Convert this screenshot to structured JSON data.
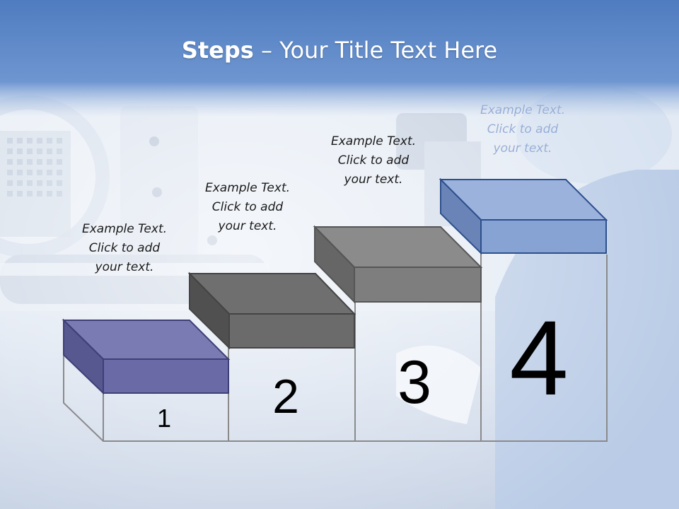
{
  "slide": {
    "title_bold": "Steps",
    "title_separator": " – ",
    "title_rest": "Your Title Text Here",
    "colors": {
      "header": "#5b84c4",
      "step1_top": "#7878b0",
      "step1_front": "#6a6aa3",
      "step2_top": "#7a7a7a",
      "step2_front": "#6a6a6a",
      "step3_top": "#8c8c8c",
      "step3_front": "#7b7b7b",
      "step4_top": "#93acd8",
      "step4_front": "#7f9dd0"
    }
  },
  "steps": [
    {
      "number": "1",
      "text_line1": "Example Text.",
      "text_line2": "Click  to add",
      "text_line3": "your text."
    },
    {
      "number": "2",
      "text_line1": "Example Text.",
      "text_line2": "Click  to add",
      "text_line3": "your text."
    },
    {
      "number": "3",
      "text_line1": "Example Text.",
      "text_line2": "Click  to add",
      "text_line3": "your text."
    },
    {
      "number": "4",
      "text_line1": "Example Text.",
      "text_line2": "Click  to add",
      "text_line3": "your text."
    }
  ]
}
